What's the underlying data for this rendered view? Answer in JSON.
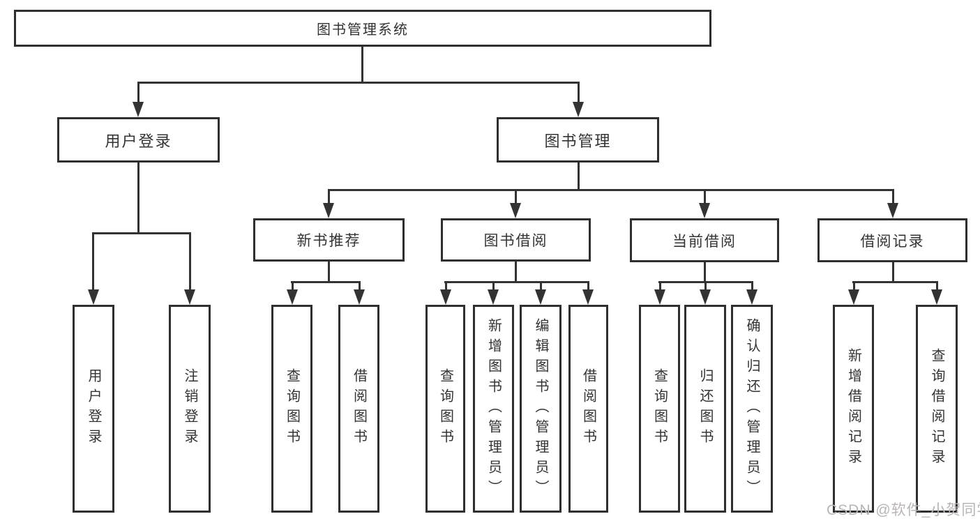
{
  "diagram": {
    "root": {
      "label": "图书管理系统"
    },
    "user_login": {
      "label": "用户登录",
      "children": [
        {
          "label": "用户登录"
        },
        {
          "label": "注销登录"
        }
      ]
    },
    "book_mgmt": {
      "label": "图书管理",
      "children": [
        {
          "label": "新书推荐",
          "children": [
            {
              "label": "查询图书"
            },
            {
              "label": "借阅图书"
            }
          ]
        },
        {
          "label": "图书借阅",
          "children": [
            {
              "label": "查询图书"
            },
            {
              "label": "新增图书（管理员）"
            },
            {
              "label": "编辑图书（管理员）"
            },
            {
              "label": "借阅图书"
            }
          ]
        },
        {
          "label": "当前借阅",
          "children": [
            {
              "label": "查询图书"
            },
            {
              "label": "归还图书"
            },
            {
              "label": "确认归还（管理员）"
            }
          ]
        },
        {
          "label": "借阅记录",
          "children": [
            {
              "label": "新增借阅记录"
            },
            {
              "label": "查询借阅记录"
            }
          ]
        }
      ]
    },
    "watermark": "CSDN @软件_小贺同学",
    "colors": {
      "line": "#333333",
      "border": "#2f2f2f",
      "text": "#333333",
      "background": "#ffffff",
      "watermark": "#b9b5b5"
    }
  }
}
